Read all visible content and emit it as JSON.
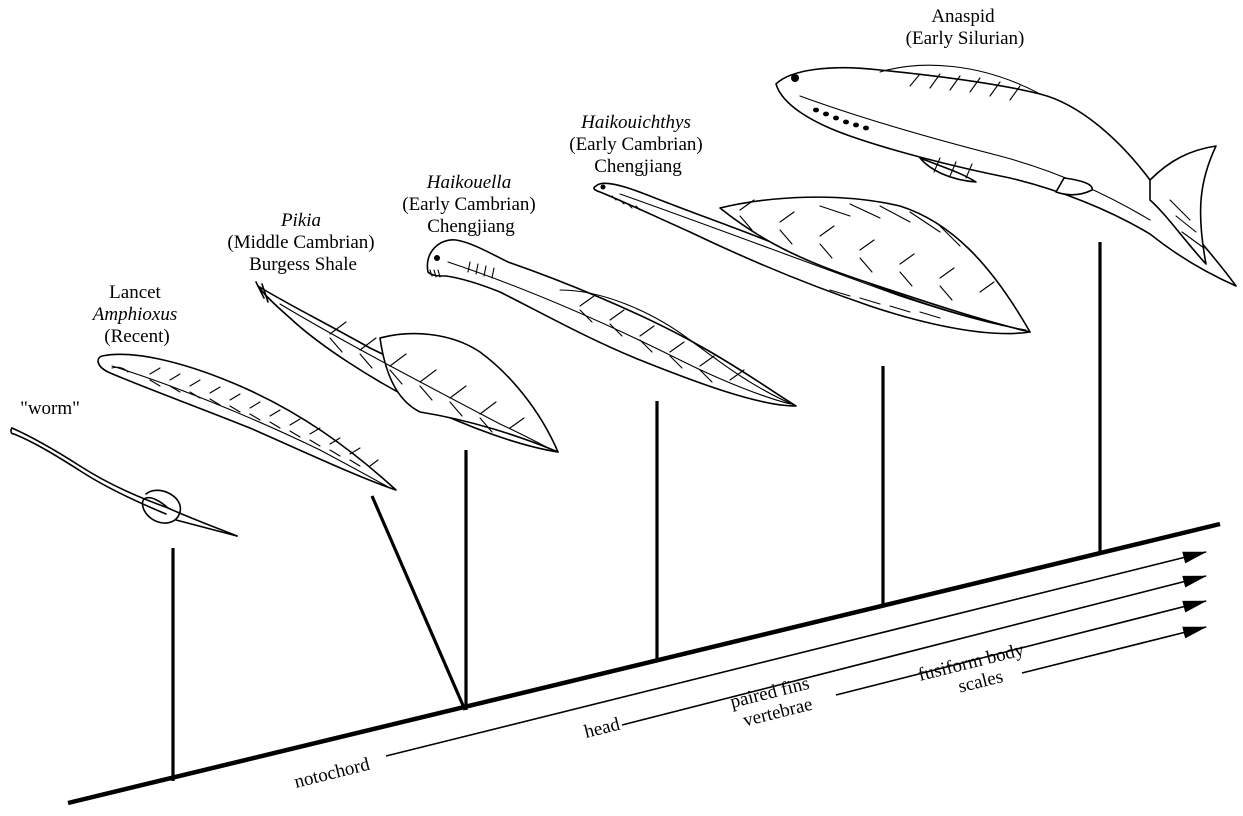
{
  "taxa": [
    {
      "id": "worm",
      "lines": [
        "\"worm\""
      ],
      "italic": [
        false
      ]
    },
    {
      "id": "lancet",
      "lines": [
        "Lancet",
        "Amphioxus",
        "(Recent)"
      ],
      "italic": [
        false,
        true,
        false
      ]
    },
    {
      "id": "pikia",
      "lines": [
        "Pikia",
        "(Middle Cambrian)",
        "Burgess Shale"
      ],
      "italic": [
        true,
        false,
        false
      ]
    },
    {
      "id": "haikouella",
      "lines": [
        "Haikouella",
        "(Early Cambrian)",
        "Chengjiang"
      ],
      "italic": [
        true,
        false,
        false
      ]
    },
    {
      "id": "haikouichthys",
      "lines": [
        "Haikouichthys",
        "(Early Cambrian)",
        "Chengjiang"
      ],
      "italic": [
        true,
        false,
        false
      ]
    },
    {
      "id": "anaspid",
      "lines": [
        "Anaspid",
        "(Early Silurian)"
      ],
      "italic": [
        false,
        false
      ]
    }
  ],
  "traits": [
    {
      "id": "notochord",
      "lines": [
        "notochord"
      ]
    },
    {
      "id": "head",
      "lines": [
        "head"
      ]
    },
    {
      "id": "fins",
      "lines": [
        "paired fins",
        "vertebrae"
      ]
    },
    {
      "id": "body",
      "lines": [
        "fusiform body",
        "scales"
      ]
    }
  ]
}
